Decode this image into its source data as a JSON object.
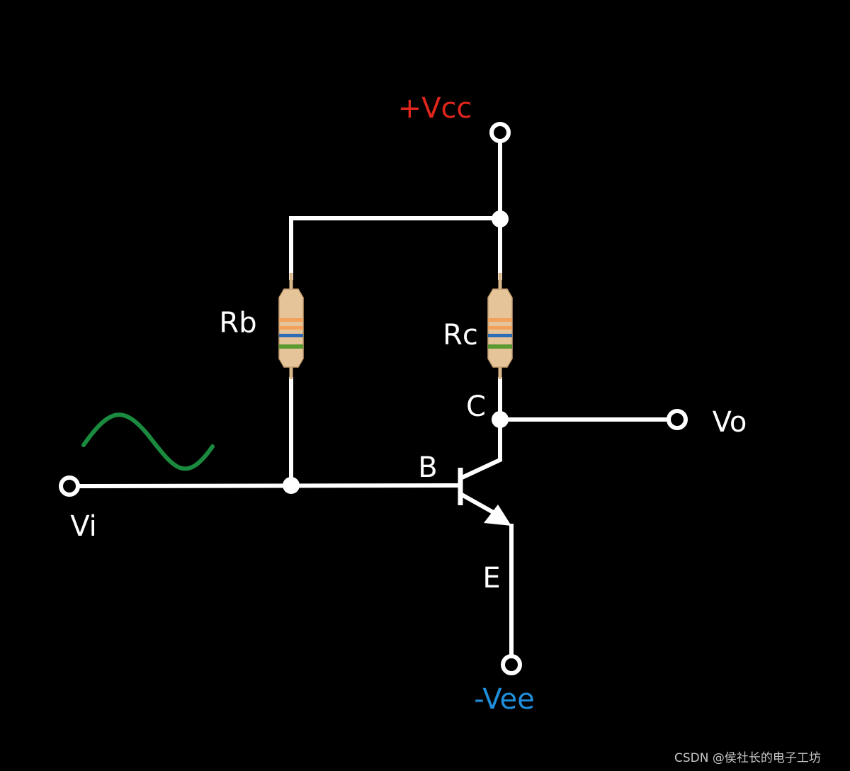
{
  "labels": {
    "vcc": "+Vcc",
    "vee": "-Vee",
    "rb": "Rb",
    "rc": "Rc",
    "collector": "C",
    "base": "B",
    "emitter": "E",
    "vi": "Vi",
    "vo": "Vo"
  },
  "watermark": "CSDN @侯社长的电子工坊",
  "colors": {
    "background": "#000000",
    "wire": "#ffffff",
    "vcc": "#e0261c",
    "vee": "#1f8fdc",
    "input_signal": "#1a8a3e",
    "resistor_body": "#e6c49a",
    "resistor_bands": [
      "#f2a05a",
      "#f2a05a",
      "#2e6db5",
      "#5a9a32"
    ]
  },
  "icons": {
    "resistor_rb": "resistor-icon",
    "resistor_rc": "resistor-icon",
    "transistor": "npn-transistor-icon",
    "input_signal": "sine-wave-icon"
  }
}
